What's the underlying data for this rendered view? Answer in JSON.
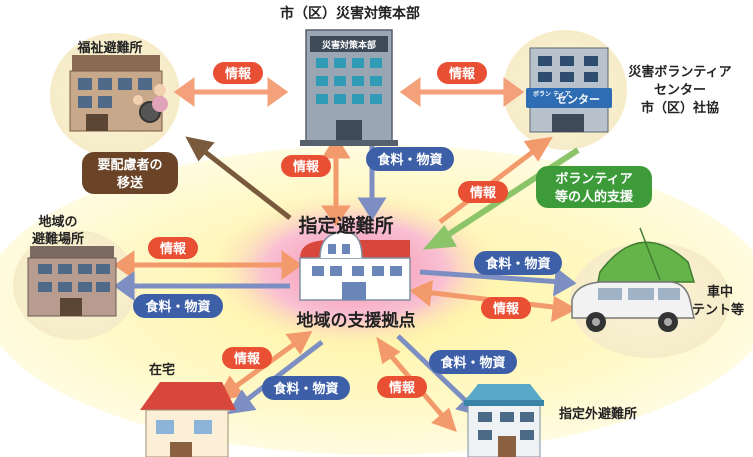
{
  "nodes": {
    "hq": {
      "label": "市（区）災害対策本部",
      "sign": "災害対策本部"
    },
    "welfare": {
      "label": "福祉避難所"
    },
    "volunteer": {
      "lines": [
        "災害ボランティア",
        "センター",
        "市（区）社協"
      ],
      "sign_small": "ボラン ティア",
      "sign_big": "センター"
    },
    "center": {
      "title": "指定避難所",
      "subtitle": "地域の支援拠点"
    },
    "local": {
      "lines": [
        "地域の",
        "避難場所"
      ]
    },
    "car": {
      "lines": [
        "車中",
        "テント等"
      ]
    },
    "home": {
      "label": "在宅"
    },
    "other": {
      "label": "指定外避難所"
    }
  },
  "badges": {
    "info": "情報",
    "supplies": "食料・物資",
    "transport": [
      "要配慮者の",
      "移送"
    ],
    "volunteer_support": [
      "ボランティア",
      "等の人的支援"
    ]
  },
  "colors": {
    "info": "#e84f33",
    "supplies": "#3d5fa8",
    "transport": "#6b4428",
    "volunteer": "#3d9b3a",
    "glow_outer": "#fff7b8",
    "glow_inner": "#f7a8bf"
  }
}
